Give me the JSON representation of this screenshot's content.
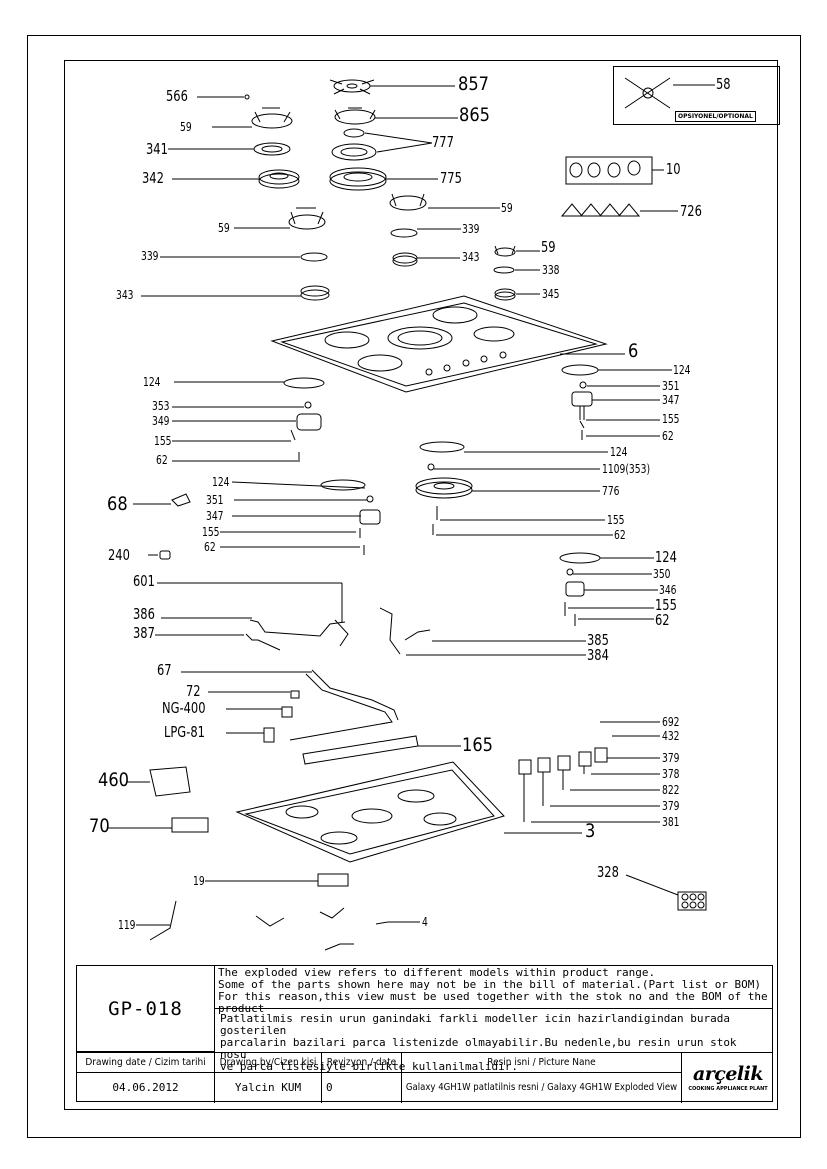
{
  "callouts": {
    "c857": "857",
    "c566": "566",
    "c865": "865",
    "c59a": "59",
    "c777": "777",
    "c341": "341",
    "c342": "342",
    "c775": "775",
    "c59b": "59",
    "c59c": "59",
    "c339a": "339",
    "c339b": "339",
    "c343a": "343",
    "c343b": "343",
    "c59d": "59",
    "c338": "338",
    "c345": "345",
    "c58": "58",
    "c10": "10",
    "c726": "726",
    "c6": "6",
    "c124a": "124",
    "c124b": "124",
    "c351a": "351",
    "c347a": "347",
    "c155a": "155",
    "c62a": "62",
    "c353": "353",
    "c349": "349",
    "c155b": "155",
    "c62b": "62",
    "c124c": "124",
    "c1109": "1109(353)",
    "c776": "776",
    "c124d": "124",
    "c68": "68",
    "c351b": "351",
    "c347b": "347",
    "c155c": "155",
    "c62c": "62",
    "c155d": "155",
    "c62d": "62",
    "c240": "240",
    "c124e": "124",
    "c350": "350",
    "c346": "346",
    "c155e": "155",
    "c62e": "62",
    "c601": "601",
    "c386": "386",
    "c387": "387",
    "c385": "385",
    "c384": "384",
    "c67": "67",
    "c72": "72",
    "cng": "NG-400",
    "clpg": "LPG-81",
    "c165": "165",
    "c692": "692",
    "c432": "432",
    "c379a": "379",
    "c378": "378",
    "c822": "822",
    "c379b": "379",
    "c381": "381",
    "c460": "460",
    "c3": "3",
    "c70": "70",
    "c328": "328",
    "c19": "19",
    "c119": "119",
    "c4": "4"
  },
  "optional_tag": "OPSIYONEL/OPTIONAL",
  "title_block": {
    "drawing_code": "GP-018",
    "note_en": [
      "The exploded view refers to different models within product range.",
      "Some of the parts shown here may not be in the bill of material.(Part list or BOM)",
      "For this reason,this view must be used together with the stok no and the BOM of the product"
    ],
    "note_tr": [
      "Patlatilmis resin urun ganindaki farkli modeller icin hazirlandigindan burada gosterilen",
      "parcalarin bazilari parca listenizde olmayabilir.Bu nedenle,bu resin urun stok nosu",
      "ve parca listesiyle birlikte kullanilmalidir."
    ],
    "headers": {
      "date": "Drawing date / Cizim tarihi",
      "by": "Drawing by/Cizen kisi",
      "rev": "Revizyon / date",
      "name": "Resin isni / Picture Nane"
    },
    "values": {
      "date": "04.06.2012",
      "by": "Yalcin KUM",
      "rev": "0",
      "name": "Galaxy 4GH1W patlatilnis resni / Galaxy 4GH1W Exploded View"
    },
    "logo": "arçelik",
    "logo_sub": "COOKING APPLIANCE PLANT"
  }
}
